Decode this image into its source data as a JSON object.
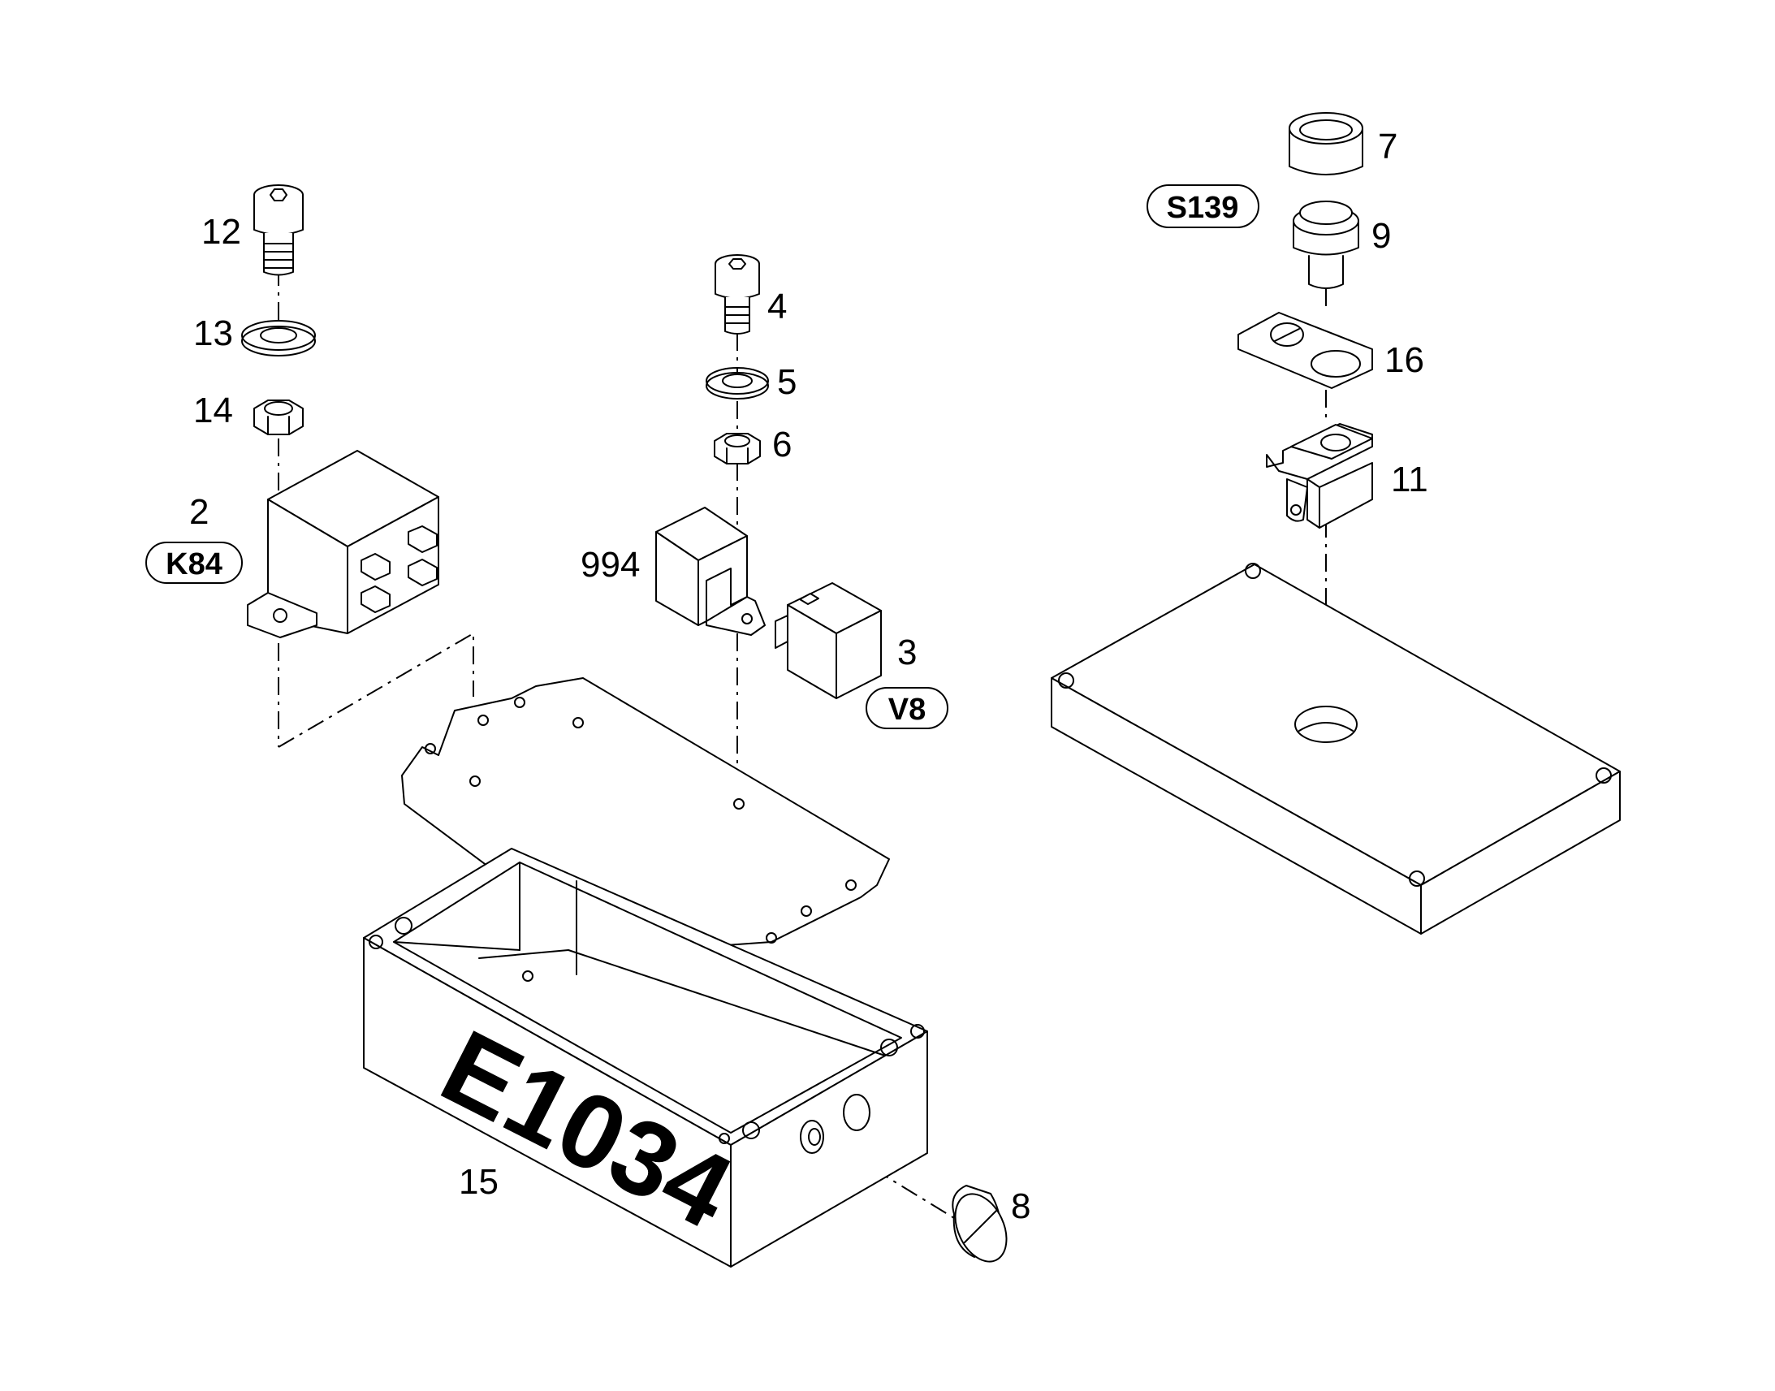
{
  "diagram": {
    "part_numbers": {
      "p2": "2",
      "p3": "3",
      "p4": "4",
      "p5": "5",
      "p6": "6",
      "p7": "7",
      "p8": "8",
      "p9": "9",
      "p11": "11",
      "p12": "12",
      "p13": "13",
      "p14": "14",
      "p15": "15",
      "p16": "16",
      "p994": "994"
    },
    "designators": {
      "k84": "K84",
      "v8": "V8",
      "s139": "S139"
    },
    "housing_marking": "E1034"
  }
}
